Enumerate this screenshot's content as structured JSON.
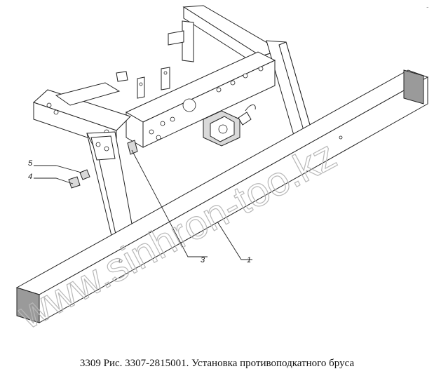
{
  "caption": "3309 Рис. 3307-2815001. Установка противоподкатного бруса",
  "watermark": "www.sinhron-too.kz",
  "callouts": [
    {
      "id": "1",
      "label": "1"
    },
    {
      "id": "3",
      "label": "3"
    },
    {
      "id": "4",
      "label": "4"
    },
    {
      "id": "5",
      "label": "5"
    }
  ],
  "corner_mark": "ـ"
}
